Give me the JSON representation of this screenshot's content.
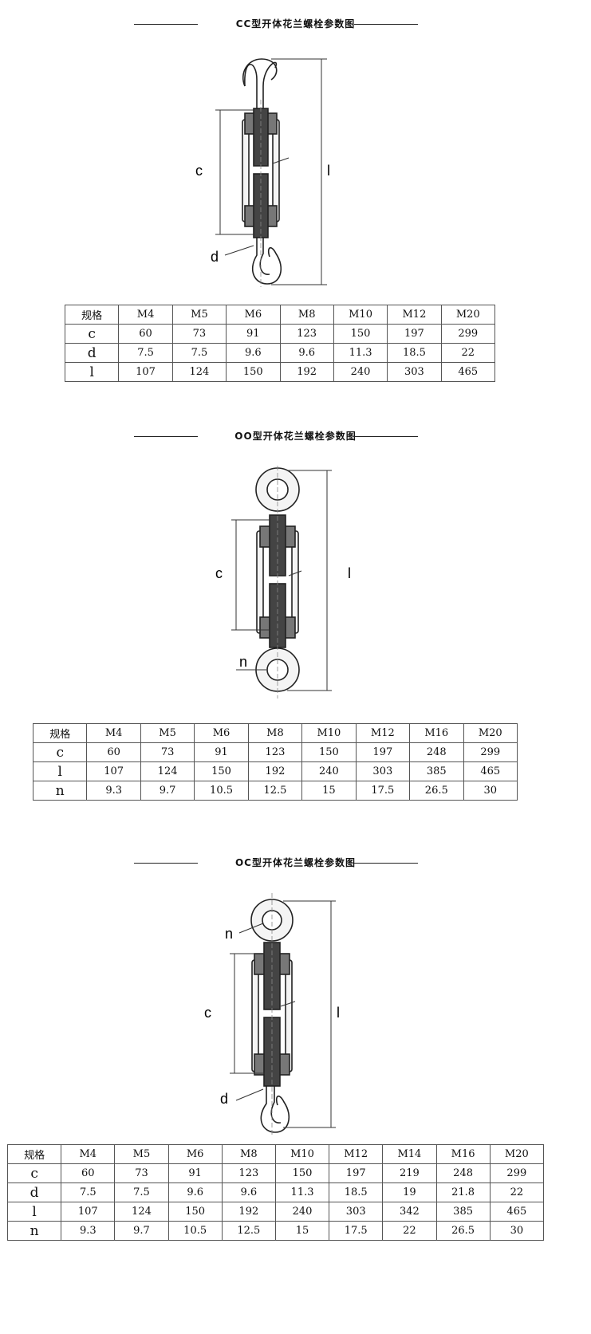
{
  "sections": [
    {
      "title": "CC型开体花兰螺栓参数图",
      "dim_labels": {
        "c": "c",
        "d": "d",
        "l": "l"
      },
      "table": {
        "header": [
          "规格",
          "M4",
          "M5",
          "M6",
          "M8",
          "M10",
          "M12",
          "M20"
        ],
        "rows": [
          [
            "c",
            "60",
            "73",
            "91",
            "123",
            "150",
            "197",
            "299"
          ],
          [
            "d",
            "7.5",
            "7.5",
            "9.6",
            "9.6",
            "11.3",
            "18.5",
            "22"
          ],
          [
            "l",
            "107",
            "124",
            "150",
            "192",
            "240",
            "303",
            "465"
          ]
        ]
      }
    },
    {
      "title": "OO型开体花兰螺栓参数图",
      "dim_labels": {
        "c": "c",
        "l": "l",
        "n": "n"
      },
      "table": {
        "header": [
          "规格",
          "M4",
          "M5",
          "M6",
          "M8",
          "M10",
          "M12",
          "M16",
          "M20"
        ],
        "rows": [
          [
            "c",
            "60",
            "73",
            "91",
            "123",
            "150",
            "197",
            "248",
            "299"
          ],
          [
            "l",
            "107",
            "124",
            "150",
            "192",
            "240",
            "303",
            "385",
            "465"
          ],
          [
            "n",
            "9.3",
            "9.7",
            "10.5",
            "12.5",
            "15",
            "17.5",
            "26.5",
            "30"
          ]
        ]
      }
    },
    {
      "title": "OC型开体花兰螺栓参数图",
      "dim_labels": {
        "n": "n",
        "c": "c",
        "d": "d",
        "l": "l"
      },
      "table": {
        "header": [
          "规格",
          "M4",
          "M5",
          "M6",
          "M8",
          "M10",
          "M12",
          "M14",
          "M16",
          "M20"
        ],
        "rows": [
          [
            "c",
            "60",
            "73",
            "91",
            "123",
            "150",
            "197",
            "219",
            "248",
            "299"
          ],
          [
            "d",
            "7.5",
            "7.5",
            "9.6",
            "9.6",
            "11.3",
            "18.5",
            "19",
            "21.8",
            "22"
          ],
          [
            "l",
            "107",
            "124",
            "150",
            "192",
            "240",
            "303",
            "342",
            "385",
            "465"
          ],
          [
            "n",
            "9.3",
            "9.7",
            "10.5",
            "12.5",
            "15",
            "17.5",
            "22",
            "26.5",
            "30"
          ]
        ]
      }
    }
  ]
}
